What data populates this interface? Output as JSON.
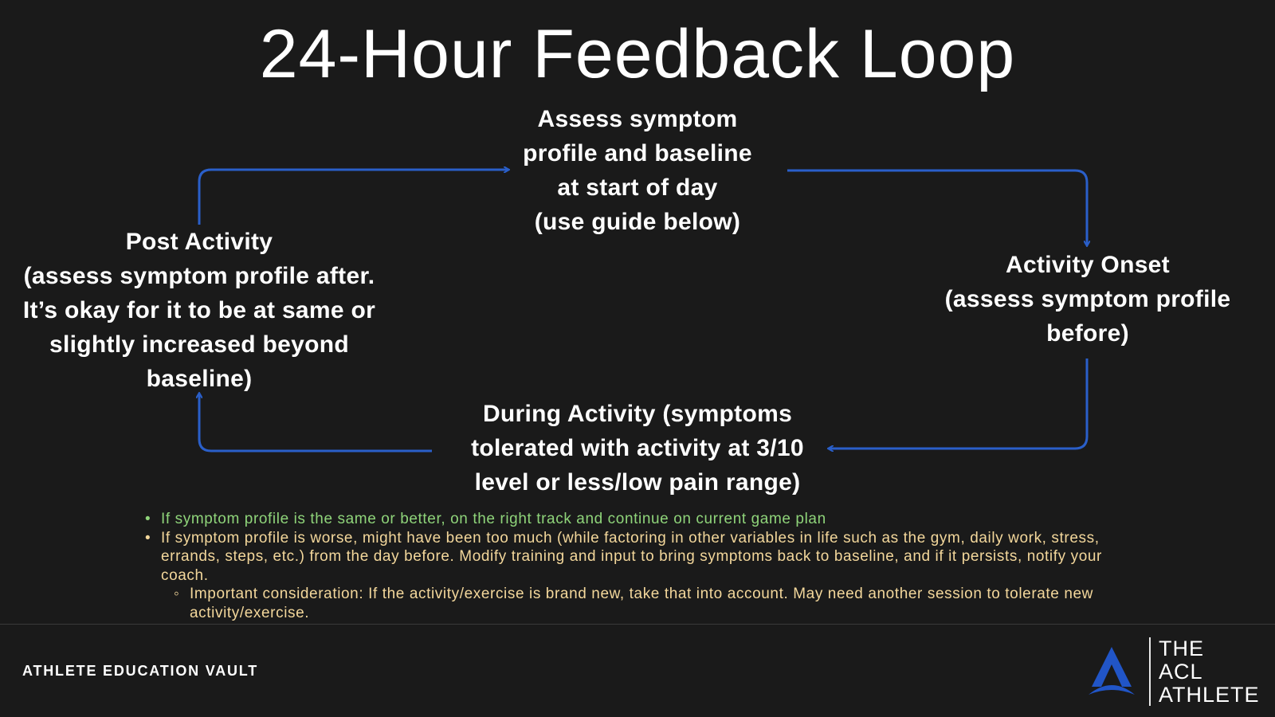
{
  "title": "24-Hour Feedback Loop",
  "nodes": {
    "top": [
      "Assess symptom",
      "profile and baseline",
      "at start of day",
      "(use guide below)"
    ],
    "left": [
      "Post Activity",
      "(assess symptom profile after.",
      "It’s okay for it to be at same or",
      "slightly increased beyond",
      "baseline)"
    ],
    "right": [
      "Activity Onset",
      "(assess symptom profile",
      "before)"
    ],
    "bottom": [
      "During Activity (symptoms",
      "tolerated with activity at 3/10",
      "level or less/low pain range)"
    ]
  },
  "colors": {
    "background": "#1a1a1a",
    "arrow": "#2a5fc9",
    "note_green": "#8fd47a",
    "note_gold": "#f3d79b",
    "logo_blue": "#2155c7"
  },
  "notes": {
    "bullet1": "If symptom profile is the same or better, on the right track and continue on current game plan",
    "bullet2": "If symptom profile is worse, might have been too much (while factoring in other variables in life such as the gym, daily work, stress, errands, steps, etc.) from the day before. Modify training and input to bring symptoms back to baseline, and if it persists, notify your coach.",
    "sub1": "Important consideration: If the activity/exercise is brand new, take that into account. May need another session to tolerate new activity/exercise."
  },
  "footer": {
    "label": "ATHLETE EDUCATION VAULT",
    "logo_lines": [
      "THE",
      "ACL",
      "ATHLETE"
    ],
    "logo_icon": "acl-athlete-logo-icon"
  }
}
